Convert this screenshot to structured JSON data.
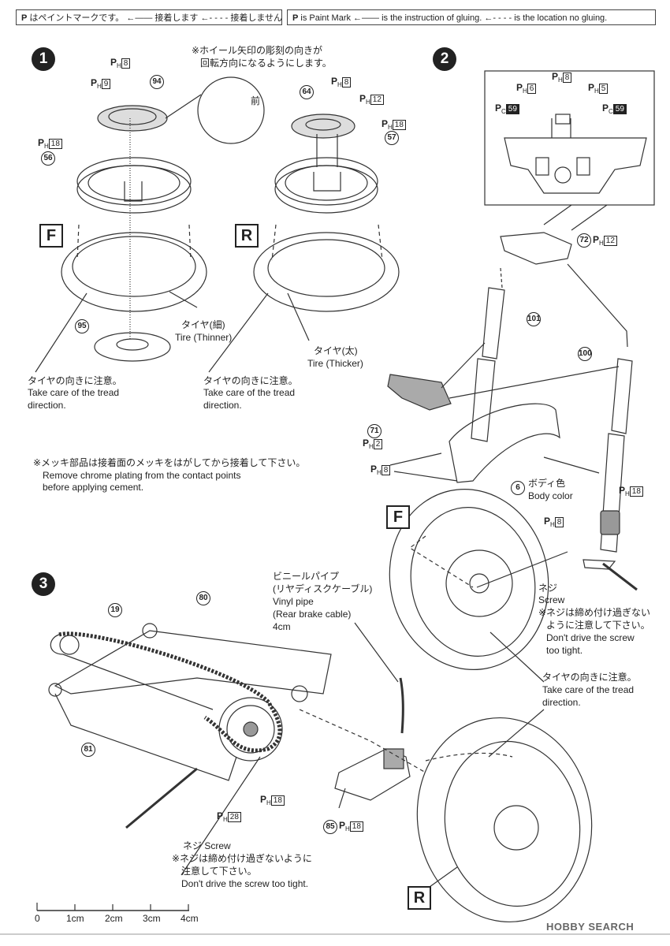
{
  "legend_jp": "はペイントマークです。 ←—— 接着します ←- - - - 接着しません",
  "legend_en": "is Paint Mark ←—— is the instruction of gluing. ←- - - - is the location no gluing.",
  "steps": [
    "1",
    "2",
    "3"
  ],
  "step1": {
    "wheel_note_jp1": "※ホイール矢印の彫刻の向きが",
    "wheel_note_jp2": "回転方向になるようにします。",
    "front_mark": "前",
    "F": "F",
    "R": "R",
    "parts": {
      "p94": "94",
      "p56": "56",
      "p95": "95",
      "p64": "64",
      "p57": "57"
    },
    "paints": {
      "ph8a": "8",
      "ph9": "9",
      "ph18a": "18",
      "ph8b": "8",
      "ph12a": "12",
      "ph18b": "18"
    },
    "tire_thin_jp": "タイヤ(細)",
    "tire_thin_en": "Tire (Thinner)",
    "tire_thick_jp": "タイヤ(太)",
    "tire_thick_en": "Tire (Thicker)",
    "tread_jp": "タイヤの向きに注意。",
    "tread_en1": "Take care of the tread",
    "tread_en2": "direction.",
    "chrome_jp": "※メッキ部品は接着面のメッキをはがしてから接着して下さい。",
    "chrome_en1": "Remove chrome plating from the contact points",
    "chrome_en2": "before applying cement."
  },
  "step2": {
    "paints": {
      "ph6": "6",
      "ph8": "8",
      "ph5": "5",
      "pc59a": "59",
      "pc59b": "59",
      "ph12": "12",
      "ph2": "2",
      "ph8b": "8",
      "ph18": "18",
      "ph8c": "8"
    },
    "parts": {
      "p72": "72",
      "p101": "101",
      "p100": "100",
      "p71": "71",
      "p6": "6"
    },
    "body_color_jp": "ボディ色",
    "body_color_en": "Body color",
    "F": "F",
    "screw_jp": "ネジ",
    "screw_en": "Screw",
    "screw_note_jp1": "※ネジは締め付け過ぎない",
    "screw_note_jp2": "ように注意して下さい。",
    "screw_note_en1": "Don't drive the screw",
    "screw_note_en2": "too tight.",
    "tread_jp": "タイヤの向きに注意。",
    "tread_en1": "Take care of the tread",
    "tread_en2": "direction."
  },
  "step3": {
    "parts": {
      "p19": "19",
      "p80": "80",
      "p81": "81",
      "p85": "85"
    },
    "paints": {
      "ph28": "28",
      "ph18": "18",
      "ph18b": "18"
    },
    "vinyl_jp1": "ビニールパイプ",
    "vinyl_jp2": "(リヤディスクケーブル)",
    "vinyl_en1": "Vinyl pipe",
    "vinyl_en2": "(Rear brake cable)",
    "vinyl_len": "4cm",
    "screw_label": "ネジ Screw",
    "screw_note_jp1": "※ネジは締め付け過ぎないように",
    "screw_note_jp2": "注意して下さい。",
    "screw_note_en": "Don't drive the screw too tight.",
    "R": "R"
  },
  "scale": {
    "ticks": [
      "0",
      "1cm",
      "2cm",
      "3cm",
      "4cm"
    ]
  },
  "watermark": "HOBBY SEARCH"
}
